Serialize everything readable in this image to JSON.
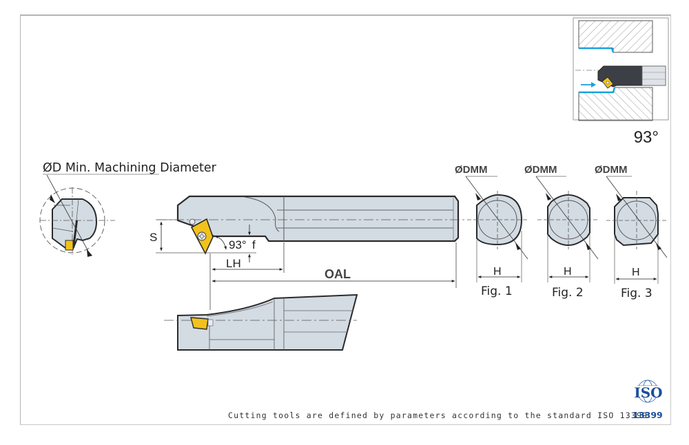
{
  "inset": {
    "angle_label": "93°",
    "accent_color": "#1aa0e0",
    "insert_color": "#f0c020"
  },
  "labels": {
    "min_diameter": "ØD Min. Machining Diameter",
    "s": "S",
    "angle": "93°",
    "f": "f",
    "lh": "LH",
    "oal": "OAL"
  },
  "figures": [
    {
      "dmm_label": "ØDMM",
      "h_label": "H",
      "caption": "Fig. 1"
    },
    {
      "dmm_label": "ØDMM",
      "h_label": "H",
      "caption": "Fig. 2"
    },
    {
      "dmm_label": "ØDMM",
      "h_label": "H",
      "caption": "Fig. 3"
    }
  ],
  "footer": {
    "text": "Cutting tools are defined by parameters according to the standard ISO 13399"
  },
  "iso_logo": {
    "title": "ISO",
    "number": "13399",
    "color": "#1a4f9c"
  },
  "colors": {
    "body_fill": "#d3dbe3",
    "outline": "#2a2a2a",
    "insert": "#f2c21b"
  }
}
